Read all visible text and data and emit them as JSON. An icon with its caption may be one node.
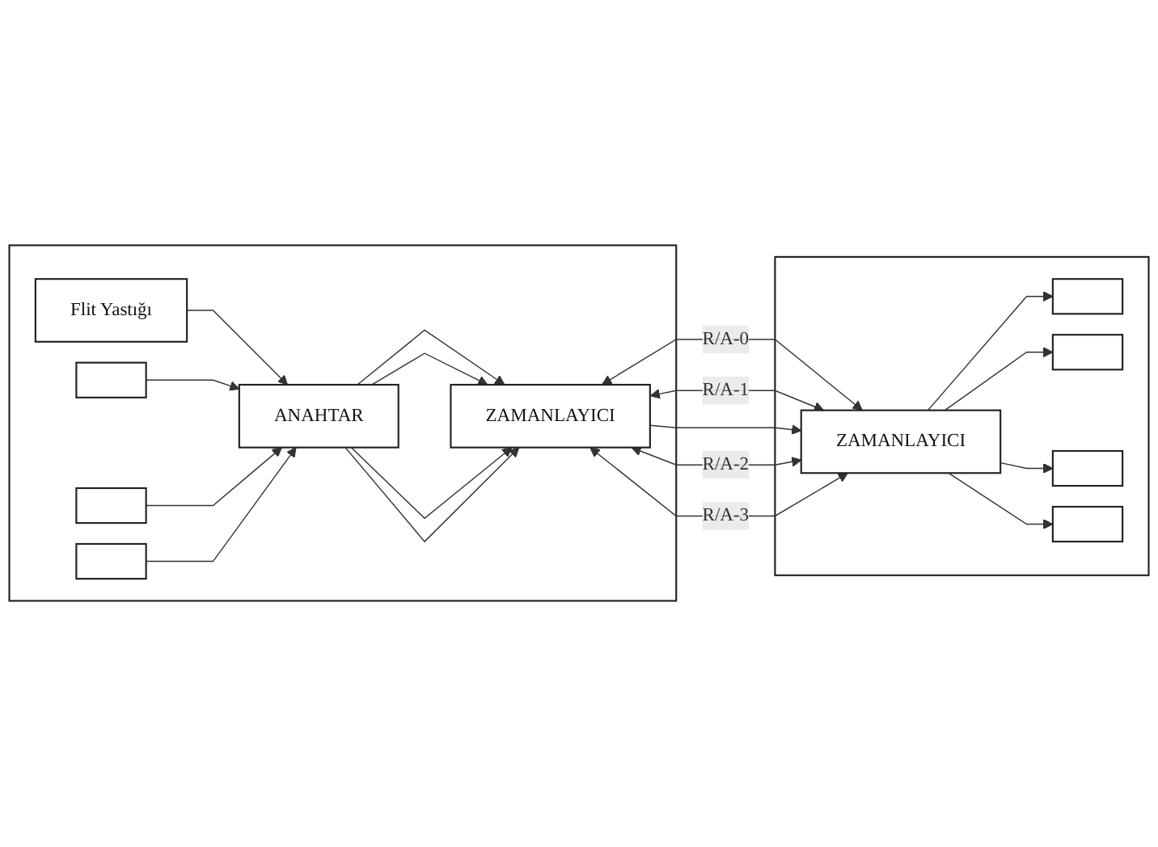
{
  "diagram": {
    "nodes": [
      {
        "text": [],
        "shape": "box"
      },
      {
        "text": [
          "Flit Yastığı"
        ],
        "in": 0
      },
      {
        "text": [],
        "shape": "box",
        "in": 0
      },
      {
        "text": [],
        "shape": "box",
        "in": 0
      },
      {
        "text": [],
        "shape": "box",
        "in": 0
      },
      {
        "text": [
          "ANAHTAR"
        ],
        "in": 0
      },
      {
        "text": [
          "ZAMANLAYICI"
        ],
        "in": 0
      },
      {
        "text": [],
        "shape": "box"
      },
      {
        "text": [
          "ZAMANLAYICI"
        ],
        "in": 7
      },
      {
        "text": [],
        "shape": "box",
        "in": 7
      },
      {
        "text": [],
        "shape": "box",
        "in": 7
      },
      {
        "text": [],
        "shape": "box",
        "in": 7
      },
      {
        "text": [],
        "shape": "box",
        "in": 7
      }
    ],
    "edges": [
      {
        "from": 1,
        "to": 5,
        "arrow": "to"
      },
      {
        "from": 2,
        "to": 5,
        "arrow": "to"
      },
      {
        "from": 3,
        "to": 5,
        "arrow": "to"
      },
      {
        "from": 4,
        "to": 5,
        "arrow": "to"
      },
      {
        "from": 5,
        "to": 6,
        "arrow": "to"
      },
      {
        "from": 5,
        "to": 6,
        "arrow": "to"
      },
      {
        "from": 5,
        "to": 6,
        "arrow": "to"
      },
      {
        "from": 5,
        "to": 6,
        "arrow": "to"
      },
      {
        "from": 6,
        "to": 8,
        "arrow": "both",
        "label": "R/A-0"
      },
      {
        "from": 6,
        "to": 8,
        "arrow": "both",
        "label": "R/A-1"
      },
      {
        "from": 6,
        "to": 8,
        "arrow": "to"
      },
      {
        "from": 6,
        "to": 8,
        "arrow": "both",
        "label": "R/A-2"
      },
      {
        "from": 6,
        "to": 8,
        "arrow": "both",
        "label": "R/A-3"
      },
      {
        "from": 8,
        "to": 9,
        "arrow": "to"
      },
      {
        "from": 8,
        "to": 10,
        "arrow": "to"
      },
      {
        "from": 8,
        "to": 11,
        "arrow": "to"
      },
      {
        "from": 8,
        "to": 12,
        "arrow": "to"
      }
    ]
  }
}
